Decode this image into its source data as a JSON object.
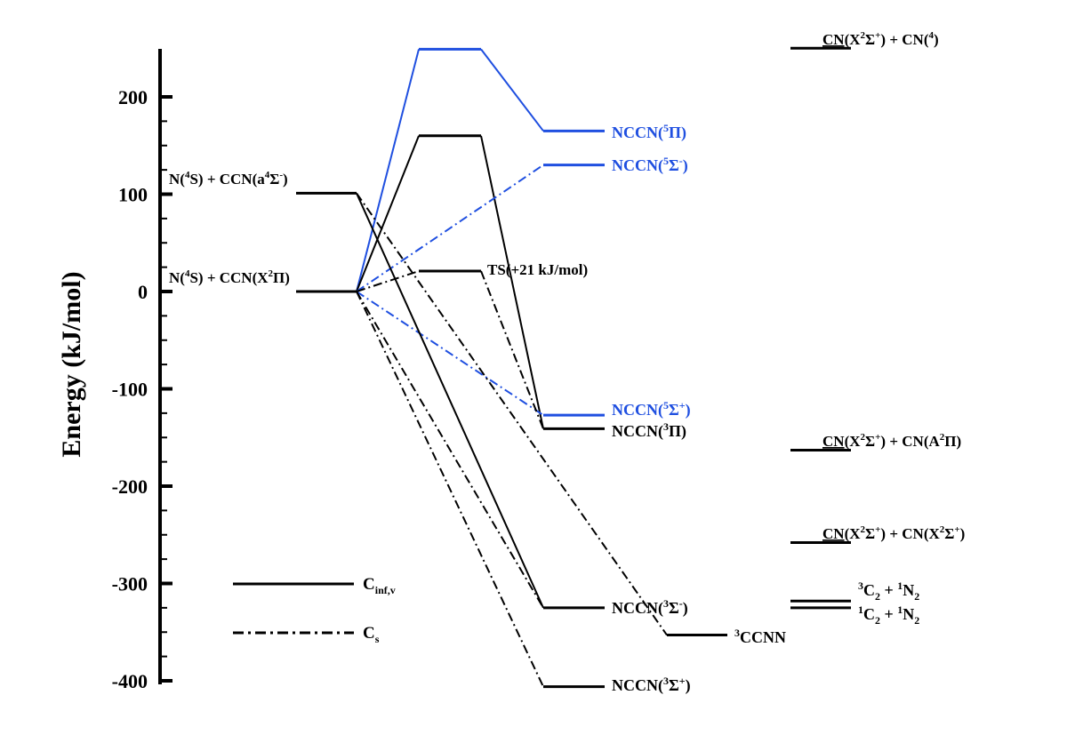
{
  "chart_data": {
    "type": "energy-level-diagram",
    "ylabel": "Energy (kJ/mol)",
    "ylim": [
      -400,
      250
    ],
    "yticks": [
      -400,
      -300,
      -200,
      -100,
      0,
      100,
      200
    ],
    "colors": {
      "black": "#000000",
      "blue": "#1f4fe0"
    },
    "levels": [
      {
        "id": "r1",
        "label": "N(⁴S) + CCN(X²Π)",
        "energy": 0,
        "column": "reactant"
      },
      {
        "id": "r2",
        "label": "N(⁴S) + CCN(a⁴Σ⁻)",
        "energy": 101,
        "column": "reactant"
      },
      {
        "id": "ts5a",
        "energy": 249,
        "column": "ts",
        "color": "blue"
      },
      {
        "id": "ts3a",
        "energy": 160,
        "column": "ts"
      },
      {
        "id": "ts21",
        "label": "TS(+21 kJ/mol)",
        "energy": 21,
        "column": "ts"
      },
      {
        "id": "p5pi",
        "label": "NCCN(⁵Π)",
        "energy": 165,
        "column": "product",
        "color": "blue"
      },
      {
        "id": "p5sm",
        "label": "NCCN(⁵Σ⁻)",
        "energy": 130,
        "column": "product",
        "color": "blue"
      },
      {
        "id": "p5sp",
        "label": "NCCN(⁵Σ⁺)",
        "energy": -127,
        "column": "product",
        "color": "blue"
      },
      {
        "id": "p3pi",
        "label": "NCCN(³Π)",
        "energy": -141,
        "column": "product"
      },
      {
        "id": "p3sm",
        "label": "NCCN(³Σ⁻)",
        "energy": -325,
        "column": "product"
      },
      {
        "id": "p3sp",
        "label": "NCCN(³Σ⁺)",
        "energy": -406,
        "column": "product"
      },
      {
        "id": "ccnn",
        "label": "³CCNN",
        "energy": -353,
        "column": "isomer"
      },
      {
        "id": "d1",
        "label": "CN(X²Σ⁺) + CN(⁴)",
        "energy": 250,
        "column": "dissociation"
      },
      {
        "id": "d2",
        "label": "CN(X²Σ⁺) + CN(A²Π)",
        "energy": -163,
        "column": "dissociation"
      },
      {
        "id": "d3",
        "label": "CN(X²Σ⁺) + CN(X²Σ⁺)",
        "energy": -258,
        "column": "dissociation"
      },
      {
        "id": "d4",
        "label": "³C₂ + ¹N₂",
        "energy": -318,
        "column": "dissociation"
      },
      {
        "id": "d5",
        "label": "¹C₂ + ¹N₂",
        "energy": -325,
        "column": "dissociation"
      }
    ],
    "connections": [
      {
        "from": "r1",
        "to": "ts5a",
        "style": "solid",
        "color": "blue"
      },
      {
        "from": "ts5a",
        "to": "p5pi",
        "style": "solid",
        "color": "blue"
      },
      {
        "from": "r1",
        "to": "ts3a",
        "style": "solid",
        "color": "black"
      },
      {
        "from": "ts3a",
        "to": "p3pi",
        "style": "solid",
        "color": "black"
      },
      {
        "from": "r1",
        "to": "p5sm",
        "style": "dashdot",
        "color": "blue"
      },
      {
        "from": "r1",
        "to": "p5sp",
        "style": "dashdot",
        "color": "blue"
      },
      {
        "from": "r1",
        "to": "ts21",
        "style": "dashdot",
        "color": "black"
      },
      {
        "from": "ts21",
        "to": "p3pi",
        "style": "dashdot",
        "color": "black"
      },
      {
        "from": "r2",
        "to": "p3sm",
        "style": "solid",
        "color": "black"
      },
      {
        "from": "r2",
        "to": "ccnn",
        "style": "dashdot",
        "color": "black"
      },
      {
        "from": "r1",
        "to": "p3sm",
        "style": "dashdot",
        "color": "black"
      },
      {
        "from": "r1",
        "to": "p3sp",
        "style": "dashdot",
        "color": "black"
      }
    ],
    "legend": [
      {
        "label": "C_inf,v",
        "style": "solid"
      },
      {
        "label": "Cs",
        "style": "dashdot"
      }
    ]
  }
}
